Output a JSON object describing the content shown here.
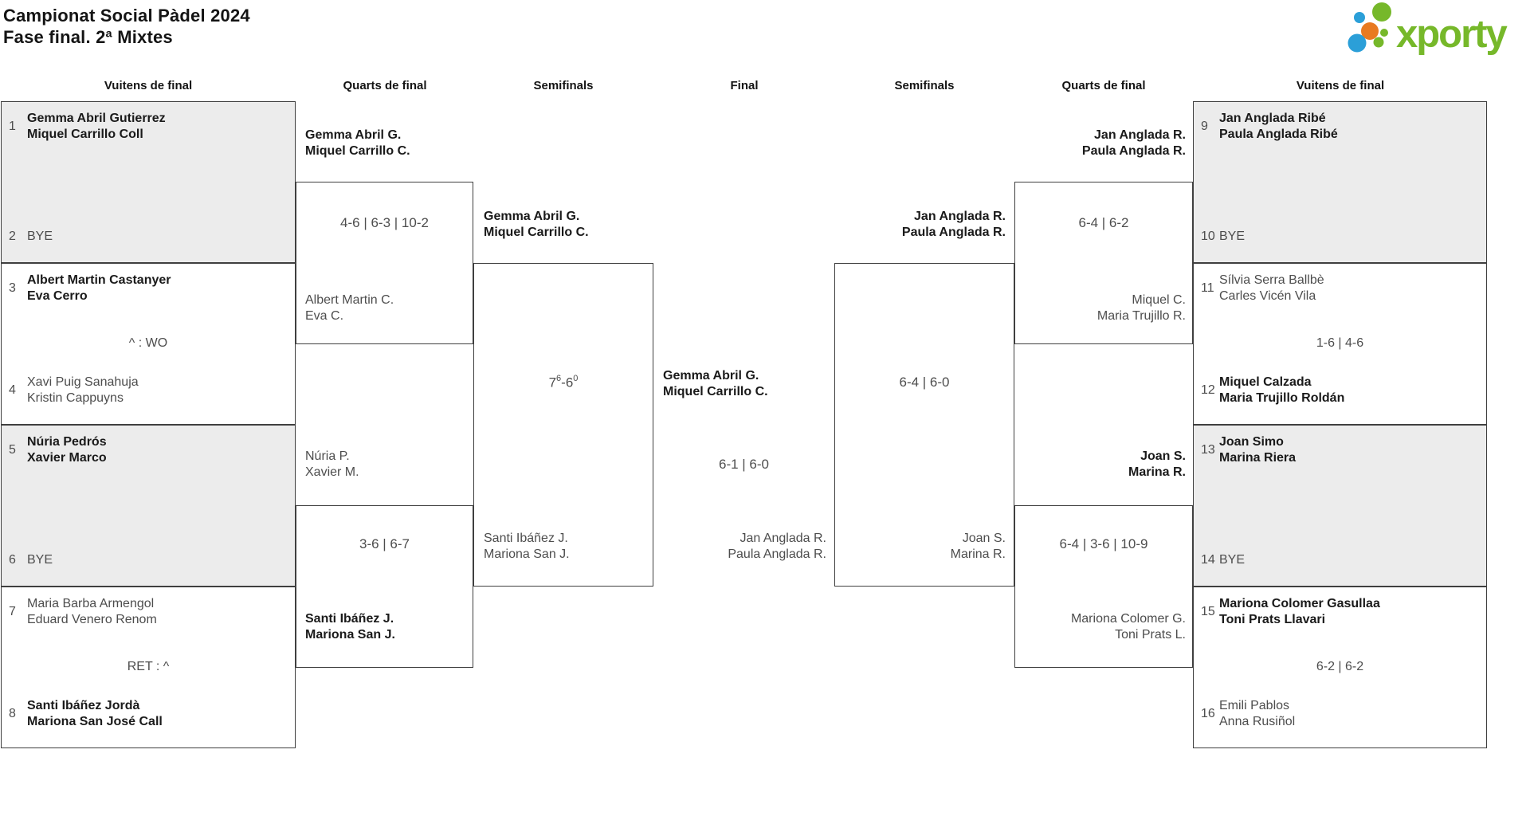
{
  "title": {
    "line1": "Campionat Social Pàdel 2024",
    "line2": "Fase final. 2ª Mixtes"
  },
  "logo": {
    "text": "xporty",
    "colors": {
      "green": "#76b82a",
      "blue": "#2b9fd8",
      "orange": "#e87a21"
    }
  },
  "rounds": [
    "Vuitens de final",
    "Quarts de final",
    "Semifinals",
    "Final",
    "Semifinals",
    "Quarts de final",
    "Vuitens de final"
  ],
  "bracket": {
    "entry_blocks": [
      {
        "seed_a": "1",
        "team_a": [
          "Gemma Abril Gutierrez",
          "Miquel Carrillo Coll"
        ],
        "winner": "top",
        "center": "",
        "seed_b": "2",
        "team_b": [
          "BYE"
        ]
      },
      {
        "seed_a": "3",
        "team_a": [
          "Albert Martin Castanyer",
          "Eva Cerro"
        ],
        "winner": "top",
        "center": "^ : WO",
        "seed_b": "4",
        "team_b": [
          "Xavi Puig Sanahuja",
          "Kristin Cappuyns"
        ]
      },
      {
        "seed_a": "5",
        "team_a": [
          "Núria Pedrós",
          "Xavier Marco"
        ],
        "winner": "top",
        "center": "",
        "seed_b": "6",
        "team_b": [
          "BYE"
        ]
      },
      {
        "seed_a": "7",
        "team_a": [
          "Maria Barba Armengol",
          "Eduard Venero Renom"
        ],
        "winner": "bottom",
        "center": "RET : ^",
        "seed_b": "8",
        "team_b": [
          "Santi Ibáñez Jordà",
          "Mariona San José Call"
        ]
      },
      {
        "seed_a": "9",
        "team_a": [
          "Jan Anglada Ribé",
          "Paula Anglada Ribé"
        ],
        "winner": "top",
        "center": "",
        "seed_b": "10",
        "team_b": [
          "BYE"
        ]
      },
      {
        "seed_a": "11",
        "team_a": [
          "Sílvia Serra Ballbè",
          "Carles Vicén Vila"
        ],
        "winner": "bottom",
        "center": "1-6 | 4-6",
        "seed_b": "12",
        "team_b": [
          "Miquel Calzada",
          "Maria Trujillo Roldán"
        ]
      },
      {
        "seed_a": "13",
        "team_a": [
          "Joan Simo",
          "Marina Riera"
        ],
        "winner": "top",
        "center": "",
        "seed_b": "14",
        "team_b": [
          "BYE"
        ]
      },
      {
        "seed_a": "15",
        "team_a": [
          "Mariona Colomer Gasullaa",
          "Toni Prats Llavari"
        ],
        "winner": "top",
        "center": "6-2 | 6-2",
        "seed_b": "16",
        "team_b": [
          "Emili Pablos",
          "Anna Rusiñol"
        ]
      }
    ],
    "quarterfinals": [
      {
        "top": [
          "Gemma Abril G.",
          "Miquel Carrillo C."
        ],
        "winner": "top",
        "score": "4-6 | 6-3 | 10-2",
        "bottom": [
          "Albert Martin C.",
          "Eva C."
        ]
      },
      {
        "top": [
          "Núria P.",
          "Xavier M."
        ],
        "winner": "bottom",
        "score": "3-6 | 6-7",
        "bottom": [
          "Santi Ibáñez J.",
          "Mariona San J."
        ]
      },
      {
        "top": [
          "Jan Anglada R.",
          "Paula Anglada R."
        ],
        "winner": "top",
        "score": "6-4 | 6-2",
        "bottom": [
          "Miquel C.",
          "Maria Trujillo R."
        ]
      },
      {
        "top": [
          "Joan S.",
          "Marina R."
        ],
        "winner": "top",
        "score": "6-4 | 3-6 | 10-9",
        "bottom": [
          "Mariona Colomer G.",
          "Toni Prats L."
        ]
      }
    ],
    "semifinals": [
      {
        "top": [
          "Gemma Abril G.",
          "Miquel Carrillo C."
        ],
        "winner": "top",
        "score_parts": {
          "a": "7",
          "a_sup": "6",
          "dash": "-",
          "b": "6",
          "b_sup": "0"
        },
        "bottom": [
          "Santi Ibáñez J.",
          "Mariona San J."
        ]
      },
      {
        "top": [
          "Jan Anglada R.",
          "Paula Anglada R."
        ],
        "winner": "top",
        "score": "6-4 | 6-0",
        "bottom": [
          "Joan S.",
          "Marina R."
        ]
      }
    ],
    "final": {
      "top": [
        "Gemma Abril G.",
        "Miquel Carrillo C."
      ],
      "winner": "top",
      "score": "6-1 | 6-0",
      "bottom": [
        "Jan Anglada R.",
        "Paula Anglada R."
      ]
    }
  }
}
